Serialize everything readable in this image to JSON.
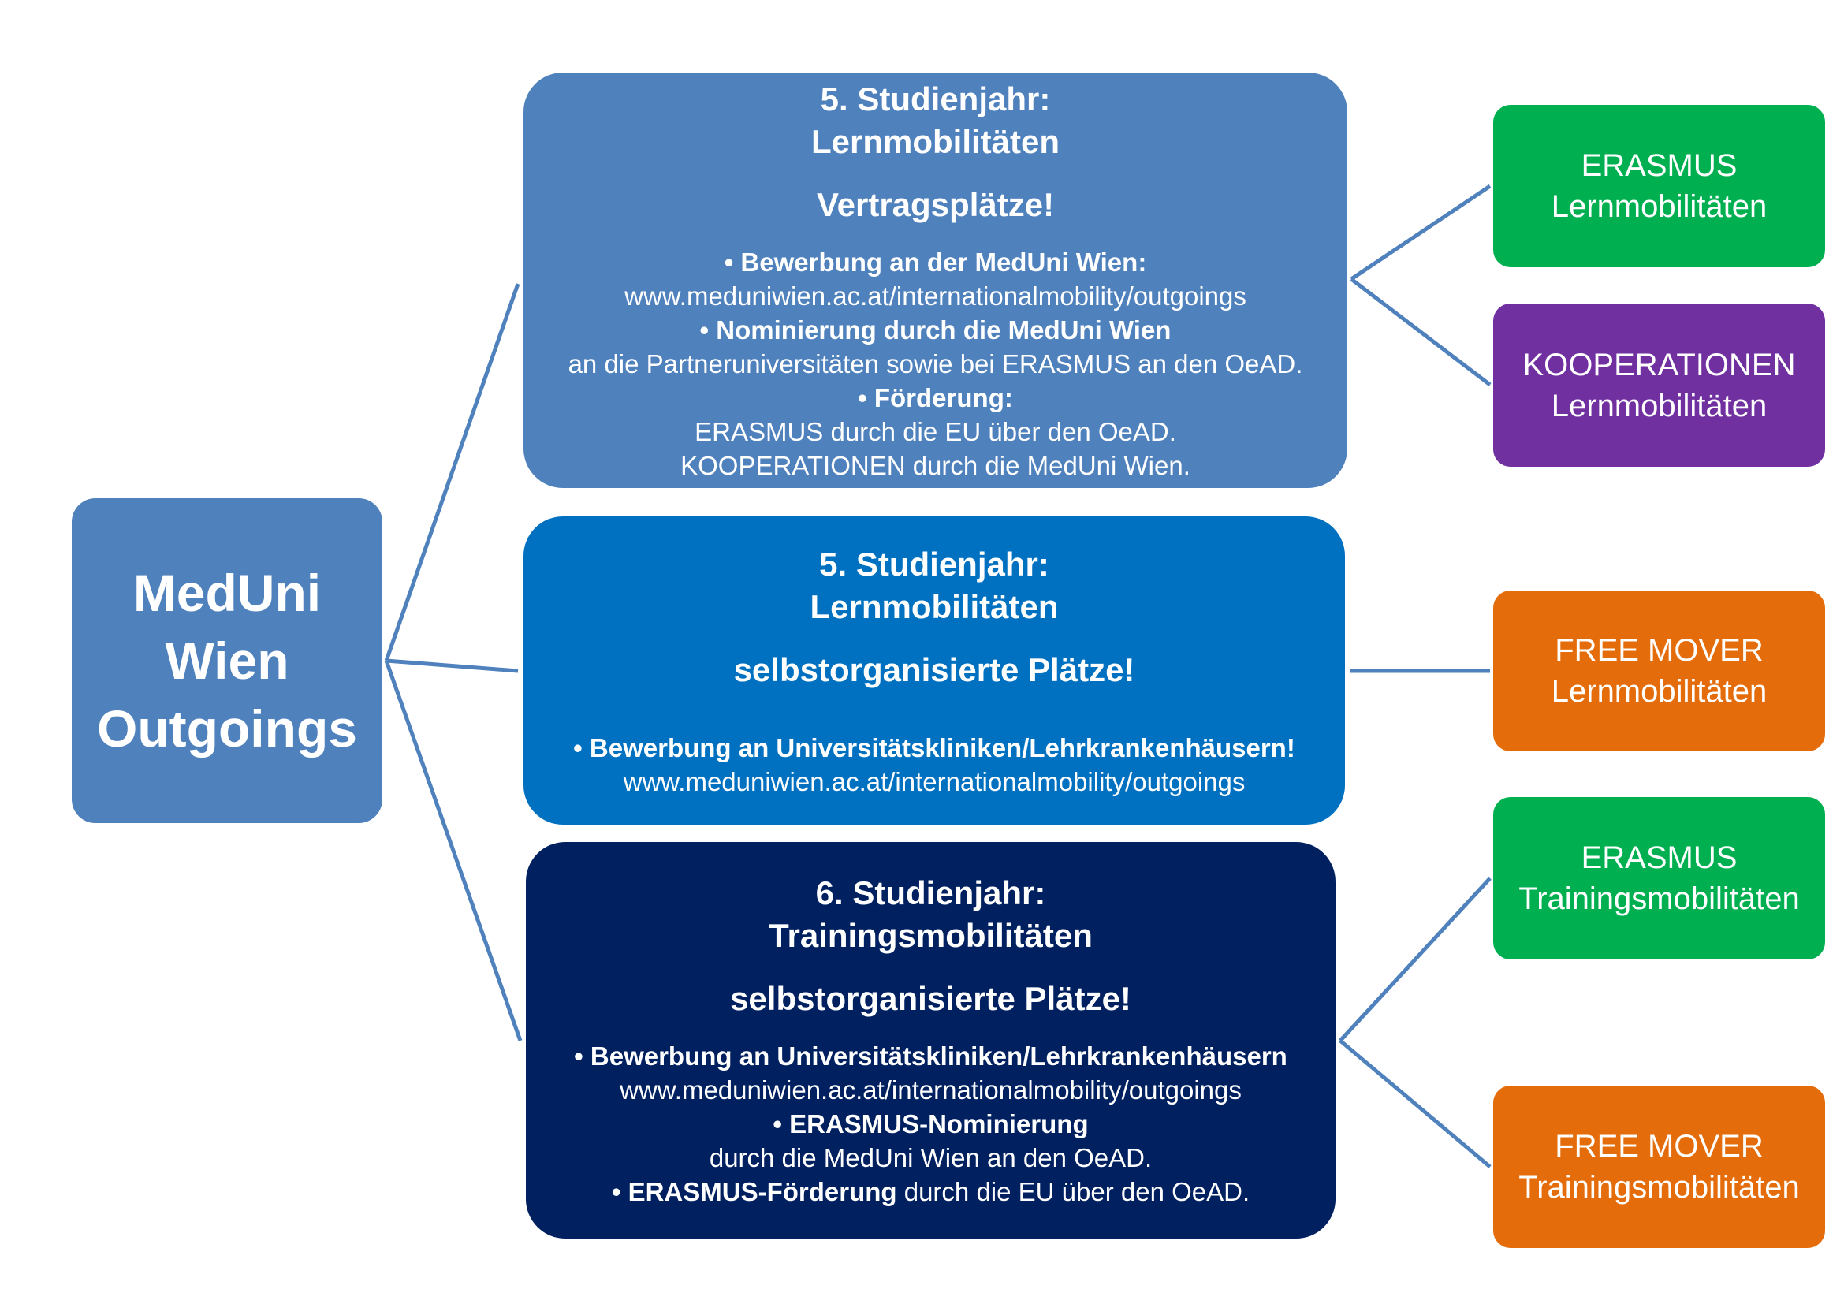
{
  "root": {
    "lines": [
      "MedUni",
      "Wien",
      "Outgoings"
    ]
  },
  "colors": {
    "root": "#4F81BD",
    "box1": "#4F81BD",
    "box2": "#0070C0",
    "box3": "#002060",
    "green": "#00B050",
    "purple": "#7030A0",
    "orange": "#E46C0A",
    "connector": "#4F81BD"
  },
  "boxes": [
    {
      "heading": [
        "5. Studienjahr:",
        "Lernmobilitäten"
      ],
      "subheading": "Vertragsplätze!",
      "lines": [
        {
          "bold": "• Bewerbung an der MedUni Wien:",
          "text": ""
        },
        {
          "bold": "",
          "text": "www.meduniwien.ac.at/internationalmobility/outgoings"
        },
        {
          "bold": "• Nominierung durch die MedUni Wien",
          "text": ""
        },
        {
          "bold": "",
          "text": "an die Partneruniversitäten sowie bei ERASMUS an den OeAD."
        },
        {
          "bold": "• Förderung:",
          "text": ""
        },
        {
          "bold": "",
          "text": "ERASMUS durch die EU über den OeAD."
        },
        {
          "bold": "",
          "text": "KOOPERATIONEN durch die MedUni Wien."
        }
      ]
    },
    {
      "heading": [
        "5. Studienjahr:",
        "Lernmobilitäten"
      ],
      "subheading": "selbstorganisierte Plätze!",
      "lines": [
        {
          "bold": "• Bewerbung an Universitätskliniken/Lehrkrankenhäusern!",
          "text": ""
        },
        {
          "bold": "",
          "text": "www.meduniwien.ac.at/internationalmobility/outgoings"
        }
      ]
    },
    {
      "heading": [
        "6. Studienjahr:",
        "Trainingsmobilitäten"
      ],
      "subheading": "selbstorganisierte Plätze!",
      "lines": [
        {
          "bold": "• Bewerbung an Universitätskliniken/Lehrkrankenhäusern",
          "text": ""
        },
        {
          "bold": "",
          "text": "www.meduniwien.ac.at/internationalmobility/outgoings"
        },
        {
          "bold": "• ERASMUS-Nominierung",
          "text": ""
        },
        {
          "bold": "",
          "text": "durch die MedUni Wien an den OeAD."
        },
        {
          "bold": "• ERASMUS-Förderung",
          "text": " durch die EU über den OeAD."
        }
      ]
    }
  ],
  "leaves": [
    {
      "line1": "ERASMUS",
      "line2": "Lernmobilitäten"
    },
    {
      "line1": "KOOPERATIONEN",
      "line2": "Lernmobilitäten"
    },
    {
      "line1": "FREE MOVER",
      "line2": "Lernmobilitäten"
    },
    {
      "line1": "ERASMUS",
      "line2": "Trainingsmobilitäten"
    },
    {
      "line1": "FREE MOVER",
      "line2": "Trainingsmobilitäten"
    }
  ]
}
